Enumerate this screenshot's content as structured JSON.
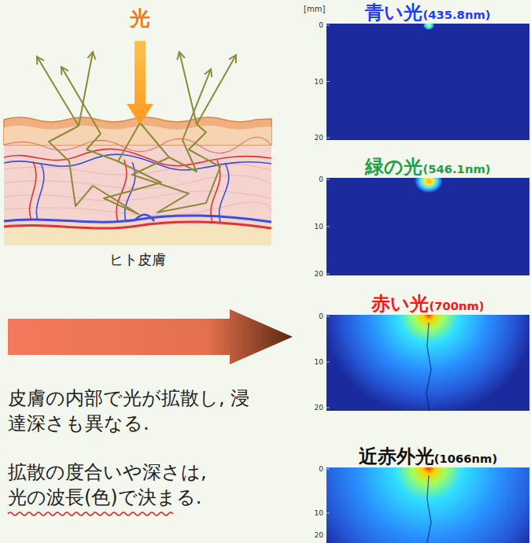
{
  "diagram": {
    "nodes": [
      {
        "text": [
          "青い光",
          "(435.8nm)"
        ]
      },
      {
        "text": [
          "緑の光",
          "(546.1nm)"
        ]
      },
      {
        "text": [
          "赤い光",
          "(700nm)"
        ]
      },
      {
        "text": [
          "近赤外光",
          "(1066nm)"
        ]
      }
    ],
    "labels": [
      "光",
      "ヒト皮膚",
      "皮膚の内部で光が拡散し, 浸達深さも異なる.",
      "拡散の度合いや深さは, 光の波長(色)で決まる.",
      "[mm]",
      "0",
      "10",
      "20",
      "0",
      "10",
      "20",
      "0",
      "10",
      "20",
      "0",
      "10",
      "20"
    ]
  }
}
